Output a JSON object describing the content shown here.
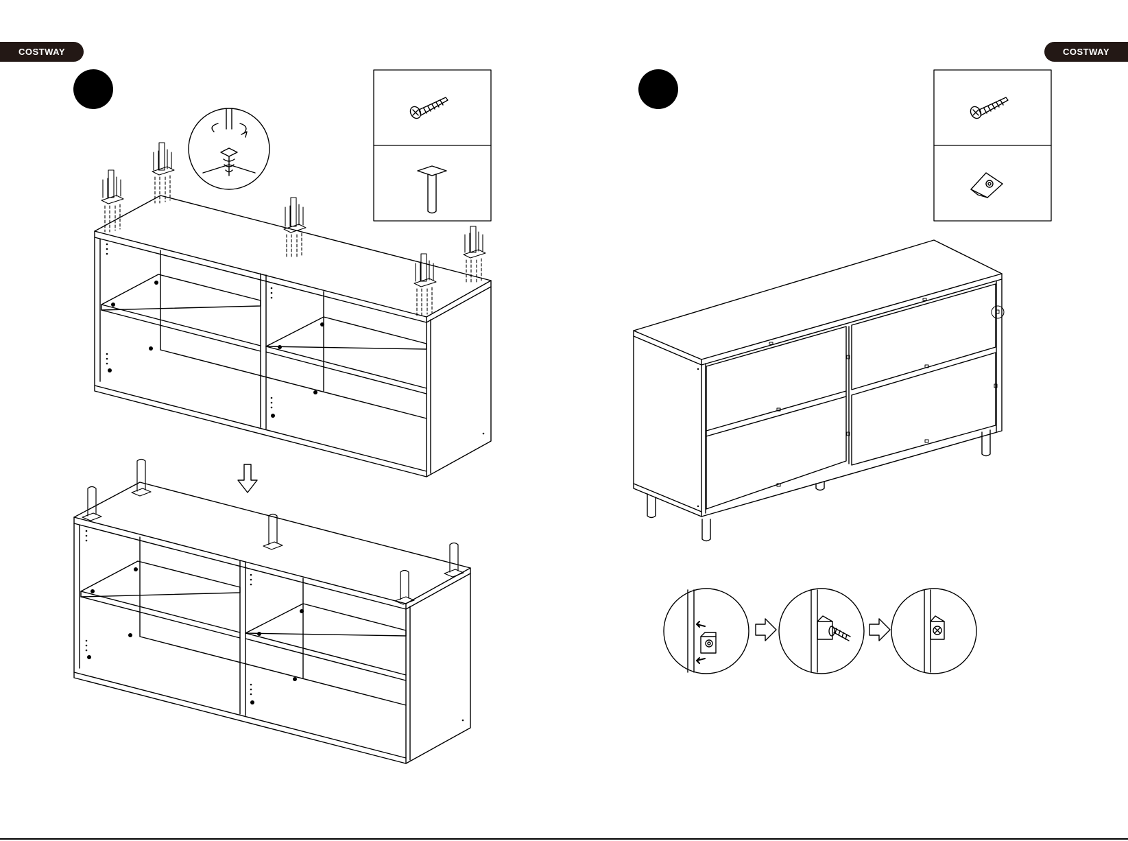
{
  "header": {
    "brand_left": "COSTWAY",
    "brand_right": "COSTWAY"
  },
  "steps": [
    {
      "id": "leg-installation",
      "parts": [
        "wood-screw-icon",
        "leg-icon"
      ]
    },
    {
      "id": "cam-block-installation",
      "parts": [
        "wood-screw-icon",
        "corner-block-icon"
      ]
    }
  ],
  "colors": {
    "ink": "#000000",
    "brand_bg": "#231815",
    "paper": "#ffffff"
  }
}
